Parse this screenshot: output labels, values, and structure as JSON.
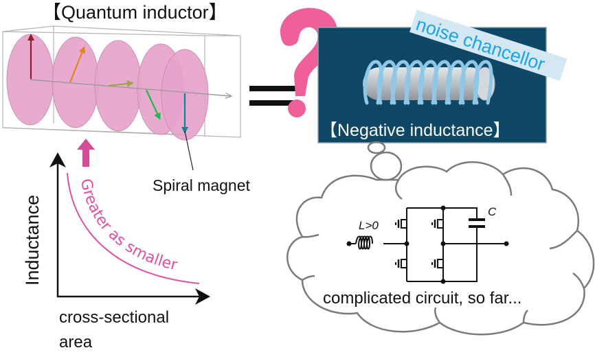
{
  "quantum_inductor": {
    "title": "【Quantum inductor】",
    "pointer_label": "Spiral magnet",
    "disk_color": "#e7a3cc",
    "overlap_color": "#db82b8",
    "spin_arrows": [
      {
        "name": "spin-arrow-1",
        "color": "#8b1e2a"
      },
      {
        "name": "spin-arrow-2",
        "color": "#e8821e"
      },
      {
        "name": "spin-arrow-3",
        "color": "#9aa64a"
      },
      {
        "name": "spin-arrow-4",
        "color": "#1fb84a"
      },
      {
        "name": "spin-arrow-5",
        "color": "#157f9a"
      }
    ]
  },
  "equals_sign": "=",
  "question_mark": "?",
  "negative_inductance": {
    "label": "【Negative inductance】",
    "tag": "noise chancellor",
    "box_color": "#0f4766",
    "tag_bg": "#d4e8f3",
    "tag_color": "#1aa3e8",
    "coil_color": "#8fc7e6",
    "core_color": "#bcc3c8"
  },
  "graph": {
    "ylabel": "Inductance",
    "xlabel_line1": "cross-sectional",
    "xlabel_line2": "area",
    "curve_label": "Greater as smaller",
    "curve_color": "#e04fa0",
    "arrow_color": "#d44b98"
  },
  "thought_cloud": {
    "caption": "complicated circuit, so far...",
    "inductor_label": "L>0",
    "capacitor_label": "C",
    "outline_color": "#7a7a7a"
  },
  "accent": {
    "pink": "#ef5f9a"
  }
}
